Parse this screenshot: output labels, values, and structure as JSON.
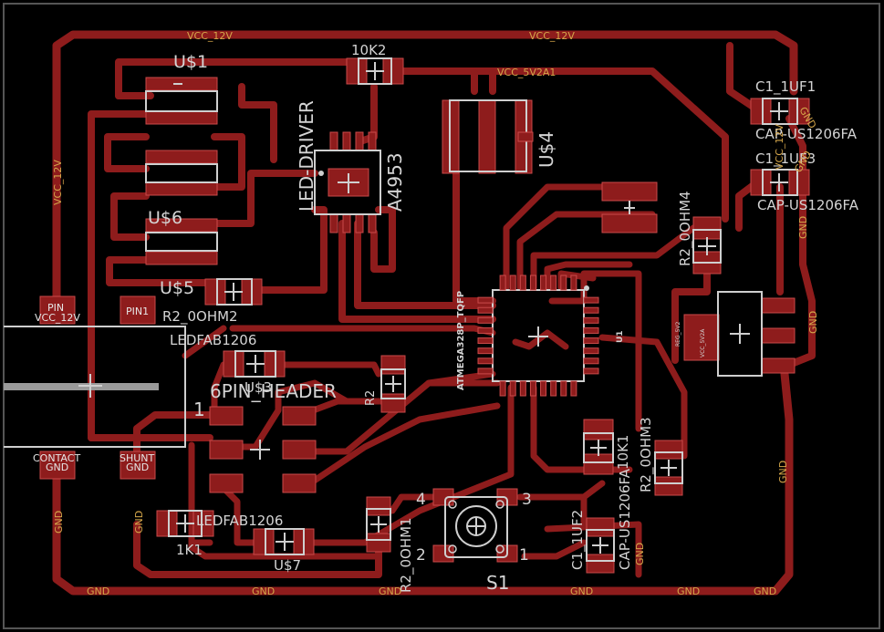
{
  "board": {
    "background": "#000000",
    "trace_color": "#8e1c1c",
    "pad_color": "#8e1c1c",
    "silk_color": "#cfcfcf",
    "net_label_color": "#d4a64a"
  },
  "labels": {
    "u1": "U$1",
    "u6": "U$6",
    "u5": "U$5",
    "u3": "U$3",
    "u7": "U$7",
    "u4": "U$4",
    "u1_chip": "U1",
    "r10k2": "10K2",
    "led_driver": "LED-DRIVER",
    "a4953": "A4953",
    "r2_0ohm2": "R2_0OHM2",
    "r2_0ohm4": "R2_0OHM4",
    "r2_0ohm3": "R2_0OHM3",
    "r2_0ohm1": "R2_0OHM1",
    "ledfab1206_a": "LEDFAB1206",
    "ledfab1206_b": "LEDFAB1206",
    "pin6_header": "6PIN_HEADER",
    "pin_one": "1",
    "r1k1": "1K1",
    "c1_1uf1": "C1_1UF1",
    "c1_1uf3": "C1_1UF3",
    "c1_1uf2": "C1_1UF2",
    "cap_a": "CAP-US1206FA",
    "cap_b": "CAP-US1206FA",
    "cap_c": "CAP-US1206FA",
    "r10k1": "10K1",
    "atmega": "ATMEGA328P_TQFP",
    "s1": "S1",
    "sw_1": "1",
    "sw_2": "2",
    "sw_3": "3",
    "sw_4": "4",
    "r2_near": "R2",
    "reg_5v2": "REG_5V2",
    "vcc_5v2a_small": "VCC_5V2A"
  },
  "nets": {
    "vcc12_top_left": "VCC_12V",
    "vcc12_top_right": "VCC_12V",
    "vcc5v2a1": "VCC_5V2A1",
    "vcc12_left": "VCC_12V",
    "vcc12_pin": "VCC_12V",
    "vcc12_c": "VCC_12V",
    "gnd_c1": "GND",
    "gnd_c3": "GND",
    "gnd_r1": "GND",
    "gnd_r2": "GND",
    "gnd_b1": "GND",
    "gnd_b2": "GND",
    "gnd_b3": "GND",
    "gnd_b4": "GND",
    "gnd_b5": "GND",
    "gnd_b6": "GND",
    "gnd_left": "GND",
    "gnd_left2": "GND",
    "gnd_c2": "GND",
    "gnd_u4": "GND"
  },
  "pin_pads": {
    "pin_top": "PIN",
    "pin1": "PIN1",
    "contact": "CONTACT",
    "contact_net": "GND",
    "shunt": "SHUNT",
    "shunt_net": "GND"
  }
}
